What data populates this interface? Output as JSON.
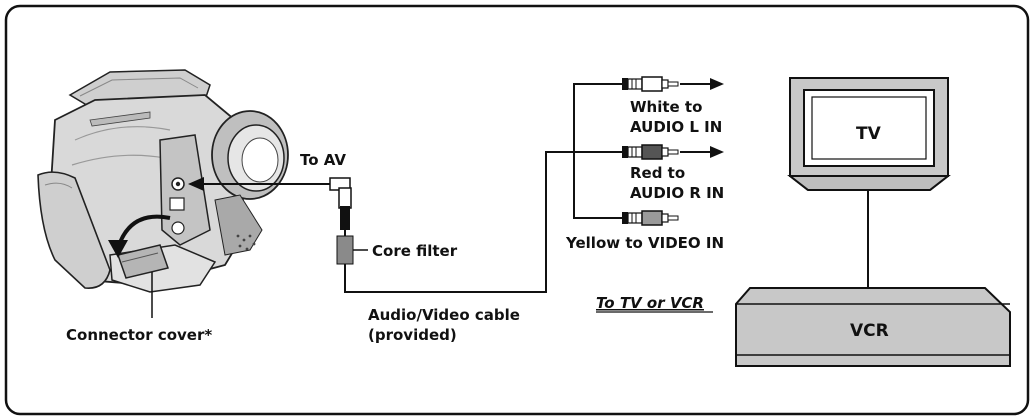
{
  "labels": {
    "to_av": "To AV",
    "core_filter": "Core filter",
    "connector_cover": "Connector cover*",
    "cable_line1": "Audio/Video cable",
    "cable_line2": "(provided)",
    "white_line1": "White to",
    "white_line2": "AUDIO L IN",
    "red_line1": "Red to",
    "red_line2": "AUDIO R IN",
    "yellow": "Yellow to VIDEO IN",
    "tv": "TV",
    "vcr": "VCR",
    "to_tv_or_vcr": "To TV or VCR"
  },
  "colors": {
    "outline": "#111111",
    "device_fill": "#c8c8c8",
    "camera_body": "#d9d9d9",
    "camera_shadow": "#9a9a9a",
    "background": "#ffffff"
  }
}
